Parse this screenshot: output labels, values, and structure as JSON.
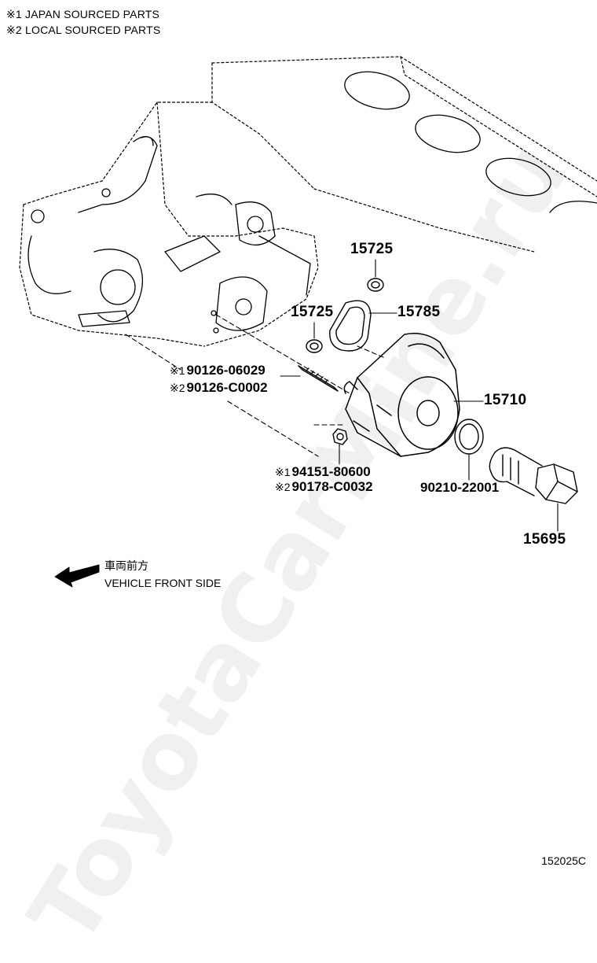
{
  "legend": {
    "line1": "※1 JAPAN SOURCED PARTS",
    "line2": "※2 LOCAL SOURCED PARTS"
  },
  "marks": {
    "m1": "※1",
    "m2": "※2"
  },
  "parts": {
    "p15725_top": "15725",
    "p15725_left": "15725",
    "p15785": "15785",
    "p15710": "15710",
    "p15695": "15695",
    "p90210": "90210-22001",
    "stud_jp": "90126-06029",
    "stud_local": "90126-C0002",
    "nut_jp": "94151-80600",
    "nut_local": "90178-C0032"
  },
  "direction": {
    "jp": "車両前方",
    "en": "VEHICLE FRONT SIDE"
  },
  "watermark": "ToyotaCarMine.ru",
  "figure_code": "152025C"
}
